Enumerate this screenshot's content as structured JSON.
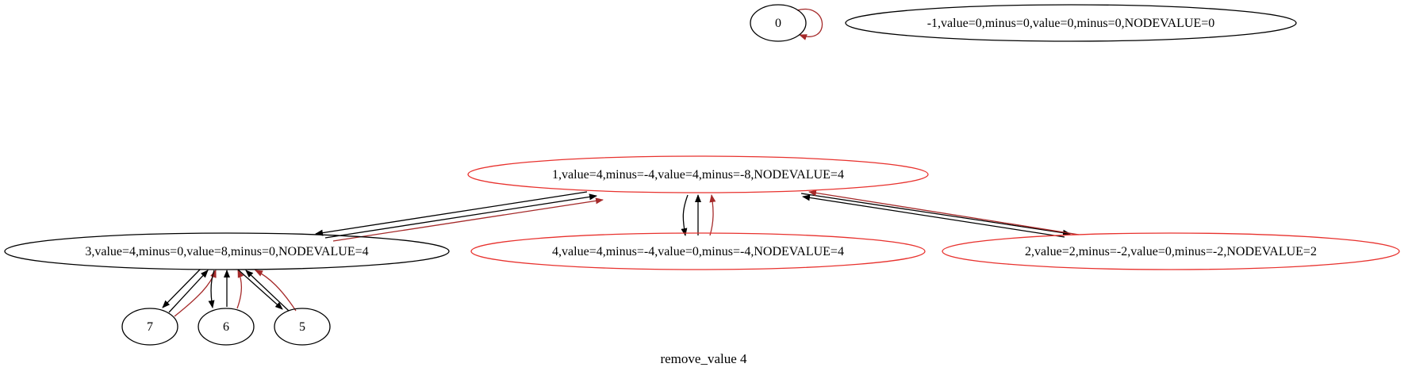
{
  "graph": {
    "caption": "remove_value 4",
    "colors": {
      "black": "#000000",
      "red": "#e8322e",
      "dark_red": "#a52a2a"
    },
    "nodes": {
      "n0": {
        "label": "0",
        "border": "black"
      },
      "nm1": {
        "label": "-1,value=0,minus=0,value=0,minus=0,NODEVALUE=0",
        "border": "black"
      },
      "n1": {
        "label": "1,value=4,minus=-4,value=4,minus=-8,NODEVALUE=4",
        "border": "red"
      },
      "n3": {
        "label": "3,value=4,minus=0,value=8,minus=0,NODEVALUE=4",
        "border": "black"
      },
      "n4": {
        "label": "4,value=4,minus=-4,value=0,minus=-4,NODEVALUE=4",
        "border": "red"
      },
      "n2": {
        "label": "2,value=2,minus=-2,value=0,minus=-2,NODEVALUE=2",
        "border": "red"
      },
      "n7": {
        "label": "7",
        "border": "black"
      },
      "n6": {
        "label": "6",
        "border": "black"
      },
      "n5": {
        "label": "5",
        "border": "black"
      }
    },
    "edges": [
      {
        "from": "n0",
        "to": "n0",
        "color": "dark_red"
      },
      {
        "from": "n1",
        "to": "n3",
        "color": "black"
      },
      {
        "from": "n3",
        "to": "n1",
        "color": "black"
      },
      {
        "from": "n3",
        "to": "n1",
        "color": "dark_red"
      },
      {
        "from": "n1",
        "to": "n4",
        "color": "black"
      },
      {
        "from": "n4",
        "to": "n1",
        "color": "black"
      },
      {
        "from": "n4",
        "to": "n1",
        "color": "dark_red"
      },
      {
        "from": "n1",
        "to": "n2",
        "color": "black"
      },
      {
        "from": "n2",
        "to": "n1",
        "color": "black"
      },
      {
        "from": "n2",
        "to": "n1",
        "color": "dark_red"
      },
      {
        "from": "n3",
        "to": "n7",
        "color": "black"
      },
      {
        "from": "n7",
        "to": "n3",
        "color": "black"
      },
      {
        "from": "n7",
        "to": "n3",
        "color": "dark_red"
      },
      {
        "from": "n3",
        "to": "n6",
        "color": "black"
      },
      {
        "from": "n6",
        "to": "n3",
        "color": "black"
      },
      {
        "from": "n6",
        "to": "n3",
        "color": "dark_red"
      },
      {
        "from": "n3",
        "to": "n5",
        "color": "black"
      },
      {
        "from": "n5",
        "to": "n3",
        "color": "black"
      },
      {
        "from": "n5",
        "to": "n3",
        "color": "dark_red"
      }
    ]
  }
}
